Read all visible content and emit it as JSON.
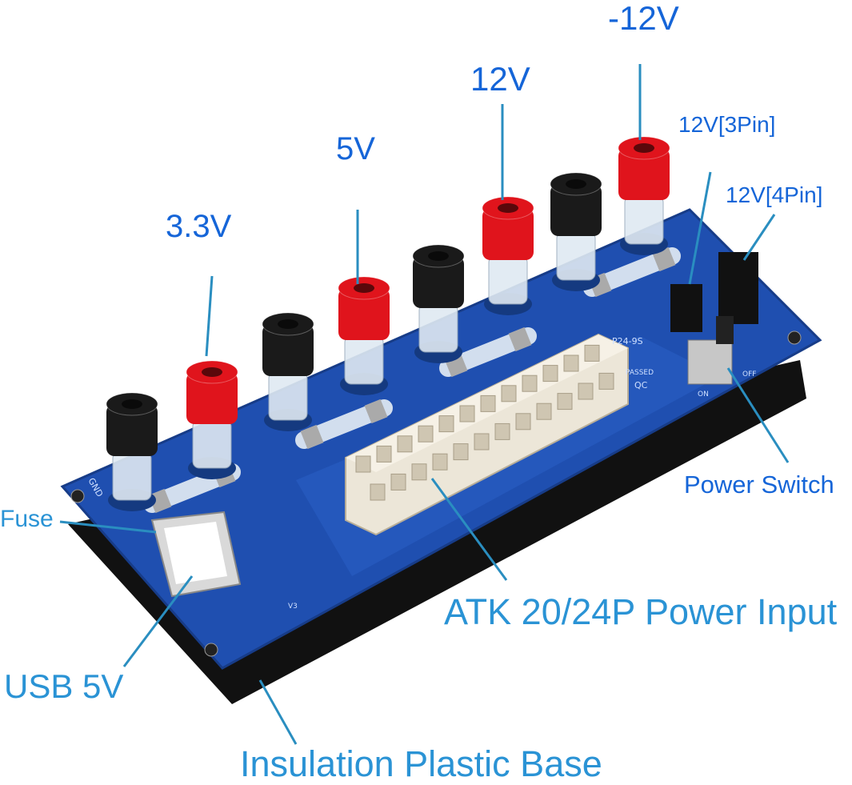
{
  "labels": {
    "neg12v": "-12V",
    "v12": "12V",
    "v5": "5V",
    "v33": "3.3V",
    "pin3": "12V[3Pin]",
    "pin4": "12V[4Pin]",
    "power_switch": "Power Switch",
    "fuse": "Fuse",
    "atx_input": "ATK 20/24P Power Input",
    "usb": "USB 5V",
    "base": "Insulation Plastic Base"
  },
  "board_text": {
    "gnd": "GND",
    "qc": "QC",
    "passed": "PASSED",
    "model": "P24-9S",
    "on": "ON",
    "off": "OFF",
    "version": "V3"
  },
  "colors": {
    "label": "#1565d8",
    "leader": "#2a8ec0",
    "board": "#1f4fb0",
    "red_post": "#e0141c",
    "black_post": "#1a1a1a"
  }
}
